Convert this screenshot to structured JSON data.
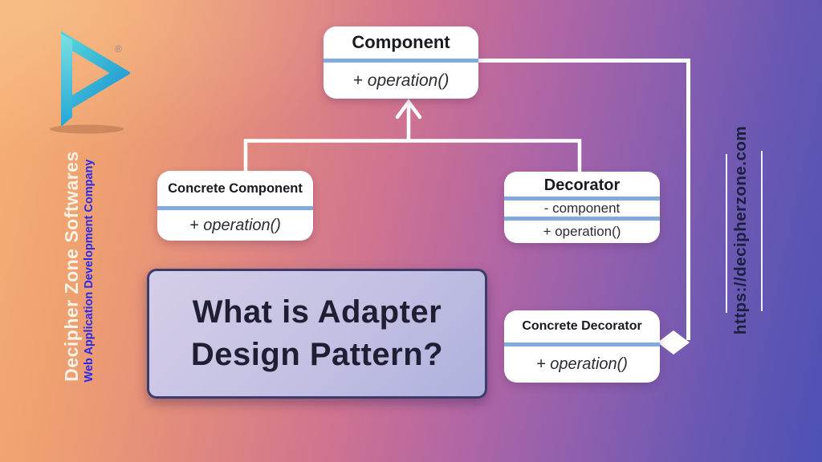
{
  "brand": {
    "logo_name": "decipher-zone-logo",
    "registered_mark": "®",
    "company_name": "Decipher Zone Softwares",
    "tagline": "Web Application Development Company",
    "website": "https://decipherzone.com"
  },
  "title_card": {
    "line1": "What is Adapter",
    "line2": "Design Pattern?"
  },
  "uml": {
    "component": {
      "name": "Component",
      "method": "+ operation()"
    },
    "concrete_component": {
      "name": "Concrete Component",
      "method": "+ operation()"
    },
    "decorator": {
      "name": "Decorator",
      "attribute": "- component",
      "method": "+ operation()"
    },
    "concrete_decorator": {
      "name": "Concrete Decorator",
      "method": "+ operation()"
    },
    "relationships": [
      {
        "type": "generalization",
        "from": "Concrete Component",
        "to": "Component"
      },
      {
        "type": "generalization",
        "from": "Decorator",
        "to": "Component"
      },
      {
        "type": "aggregation",
        "from": "Component",
        "to": "Concrete Decorator"
      }
    ]
  },
  "colors": {
    "background_left": "#f0a06d",
    "background_right": "#4c50b4",
    "divider_blue": "#82aadd",
    "connector_white": "#ffffff",
    "title_card_border": "#3c3c6b",
    "title_text": "#1f1e33",
    "company_name_color": "#f7f2e4",
    "tagline_color": "#2a2aee",
    "website_color": "#1b2040",
    "logo_teal": "#52d3da",
    "logo_blue": "#1e96d2"
  }
}
